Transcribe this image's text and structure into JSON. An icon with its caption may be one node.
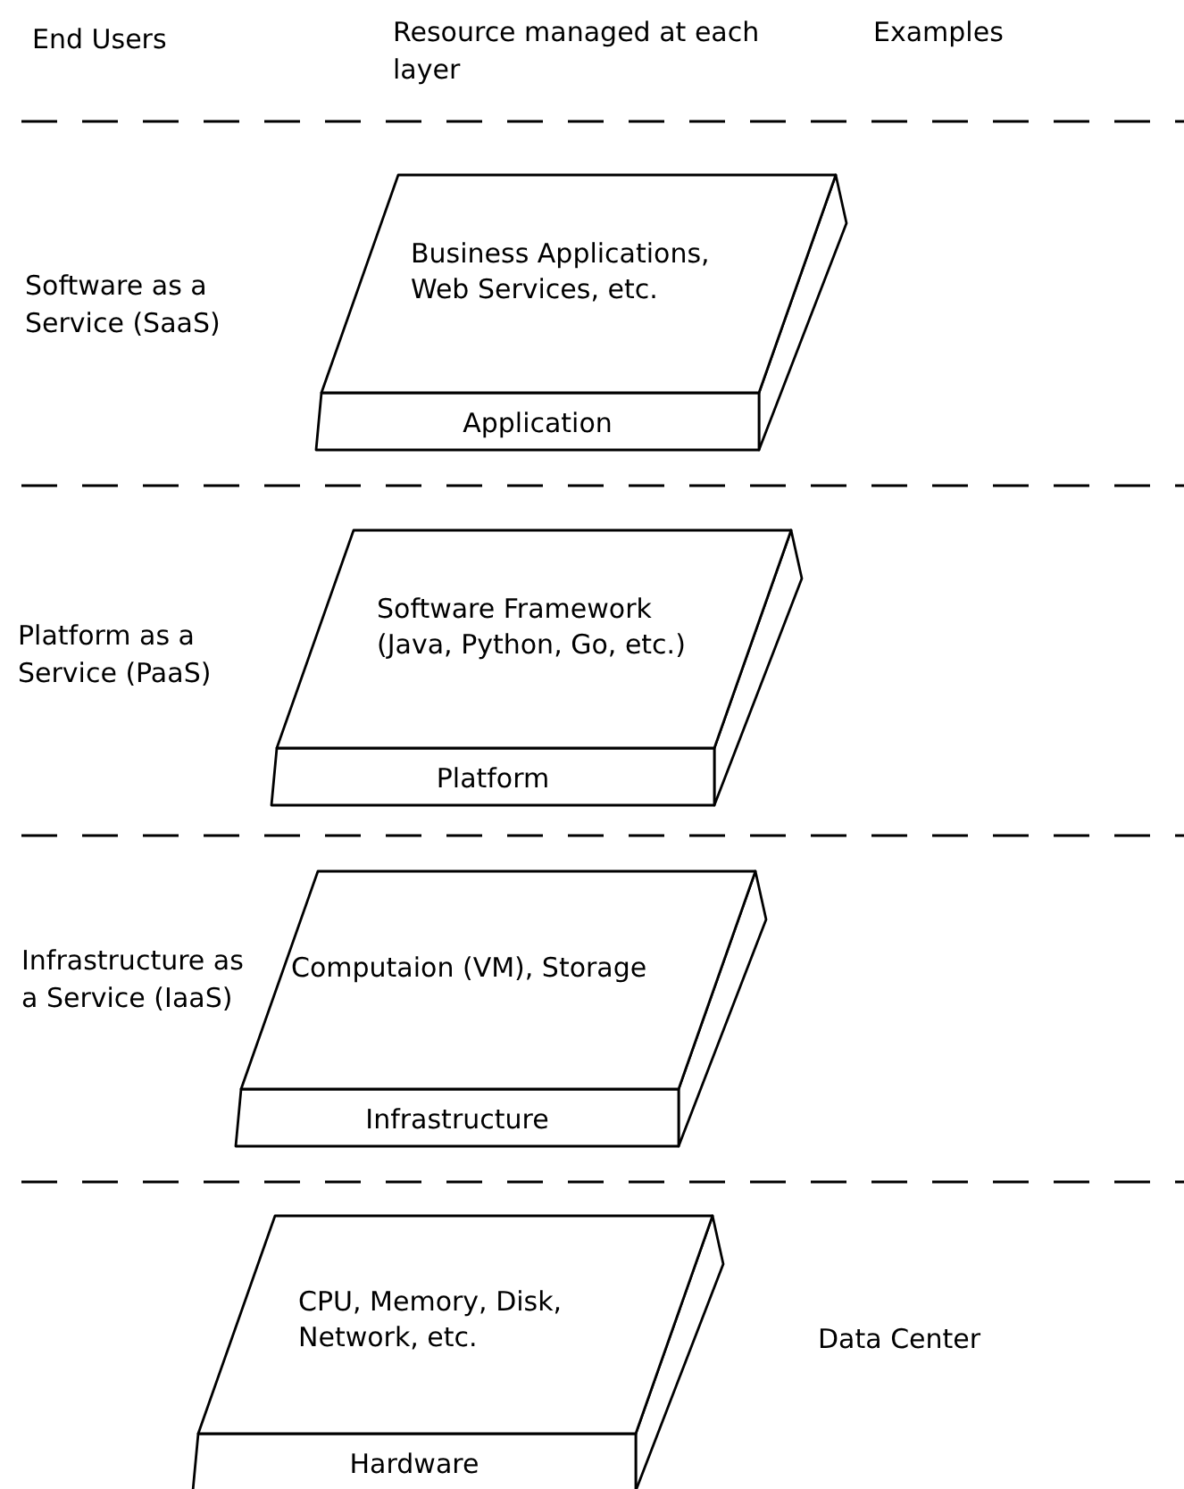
{
  "diagram": {
    "nodes": [
      {
        "text": [
          "Business Applications, Web Services, etc.",
          "Application"
        ]
      },
      {
        "text": [
          "Software Framework (Java, Python, Go, etc.)",
          "Platform"
        ]
      },
      {
        "text": [
          "Computaion (VM), Storage",
          "Infrastructure"
        ]
      },
      {
        "text": [
          "CPU, Memory, Disk, Network, etc.",
          "Hardware"
        ]
      }
    ],
    "edges": [],
    "labels": [
      "End Users",
      "Resource managed at each layer",
      "Examples",
      "Software as a Service (SaaS)",
      "Platform as a Service (PaaS)",
      "Infrastructure as a Service (IaaS)",
      "Data Center"
    ]
  }
}
